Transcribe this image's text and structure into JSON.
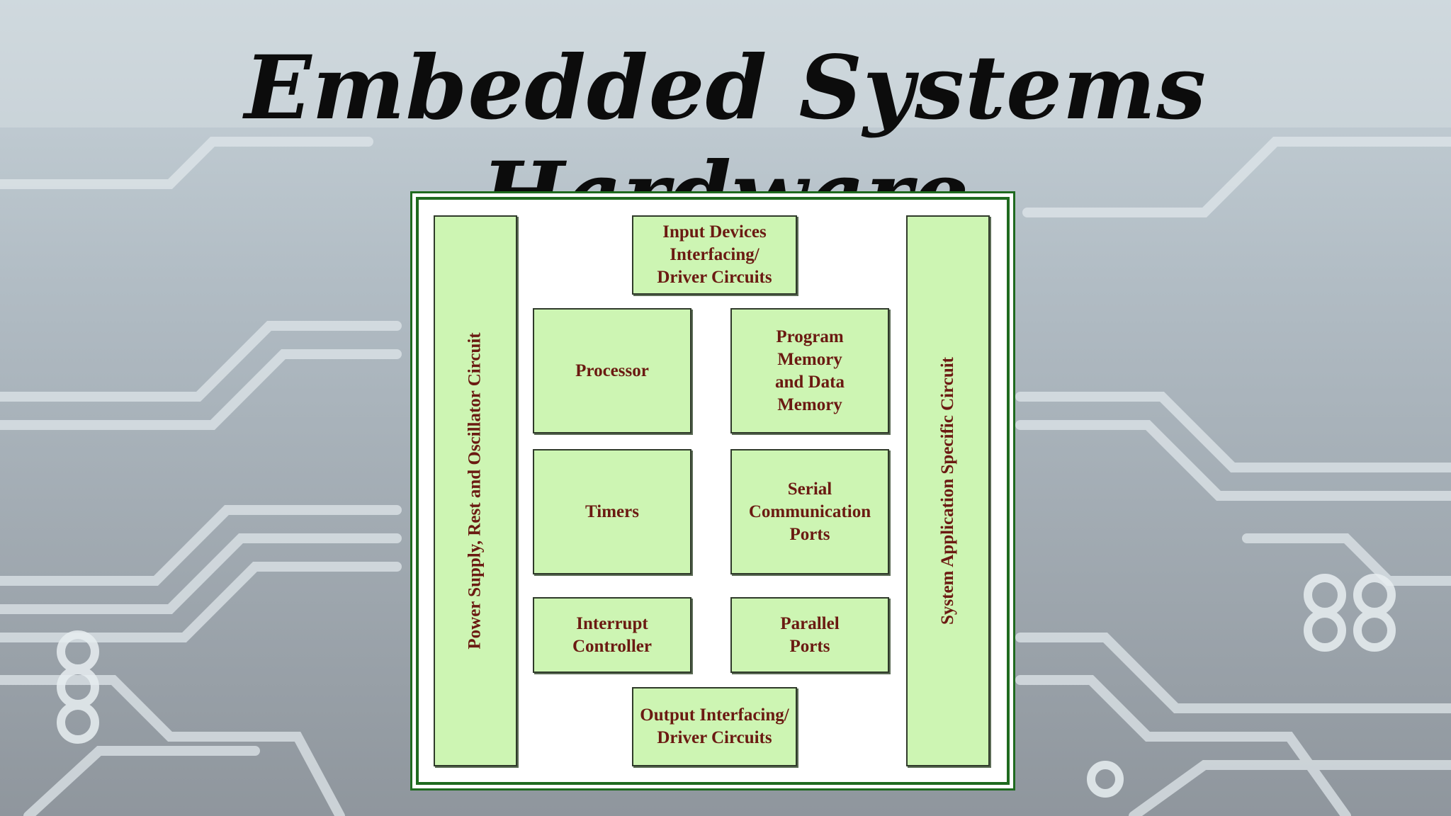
{
  "title": "Embedded Systems Hardware",
  "diagram": {
    "left_bar": "Power Supply, Rest and Oscillator Circuit",
    "right_bar": "System Application Specific Circuit",
    "input": "Input Devices\nInterfacing/\nDriver Circuits",
    "processor": "Processor",
    "memory": "Program\nMemory\nand Data\nMemory",
    "timers": "Timers",
    "serial": "Serial\nCommunication\nPorts",
    "interrupt": "Interrupt\nController",
    "parallel": "Parallel\nPorts",
    "output": "Output Interfacing/\nDriver Circuits"
  },
  "colors": {
    "block_fill": "#cdf5b3",
    "block_text": "#6b1a12",
    "frame": "#1f6a1f",
    "background": "#9da4ab"
  }
}
